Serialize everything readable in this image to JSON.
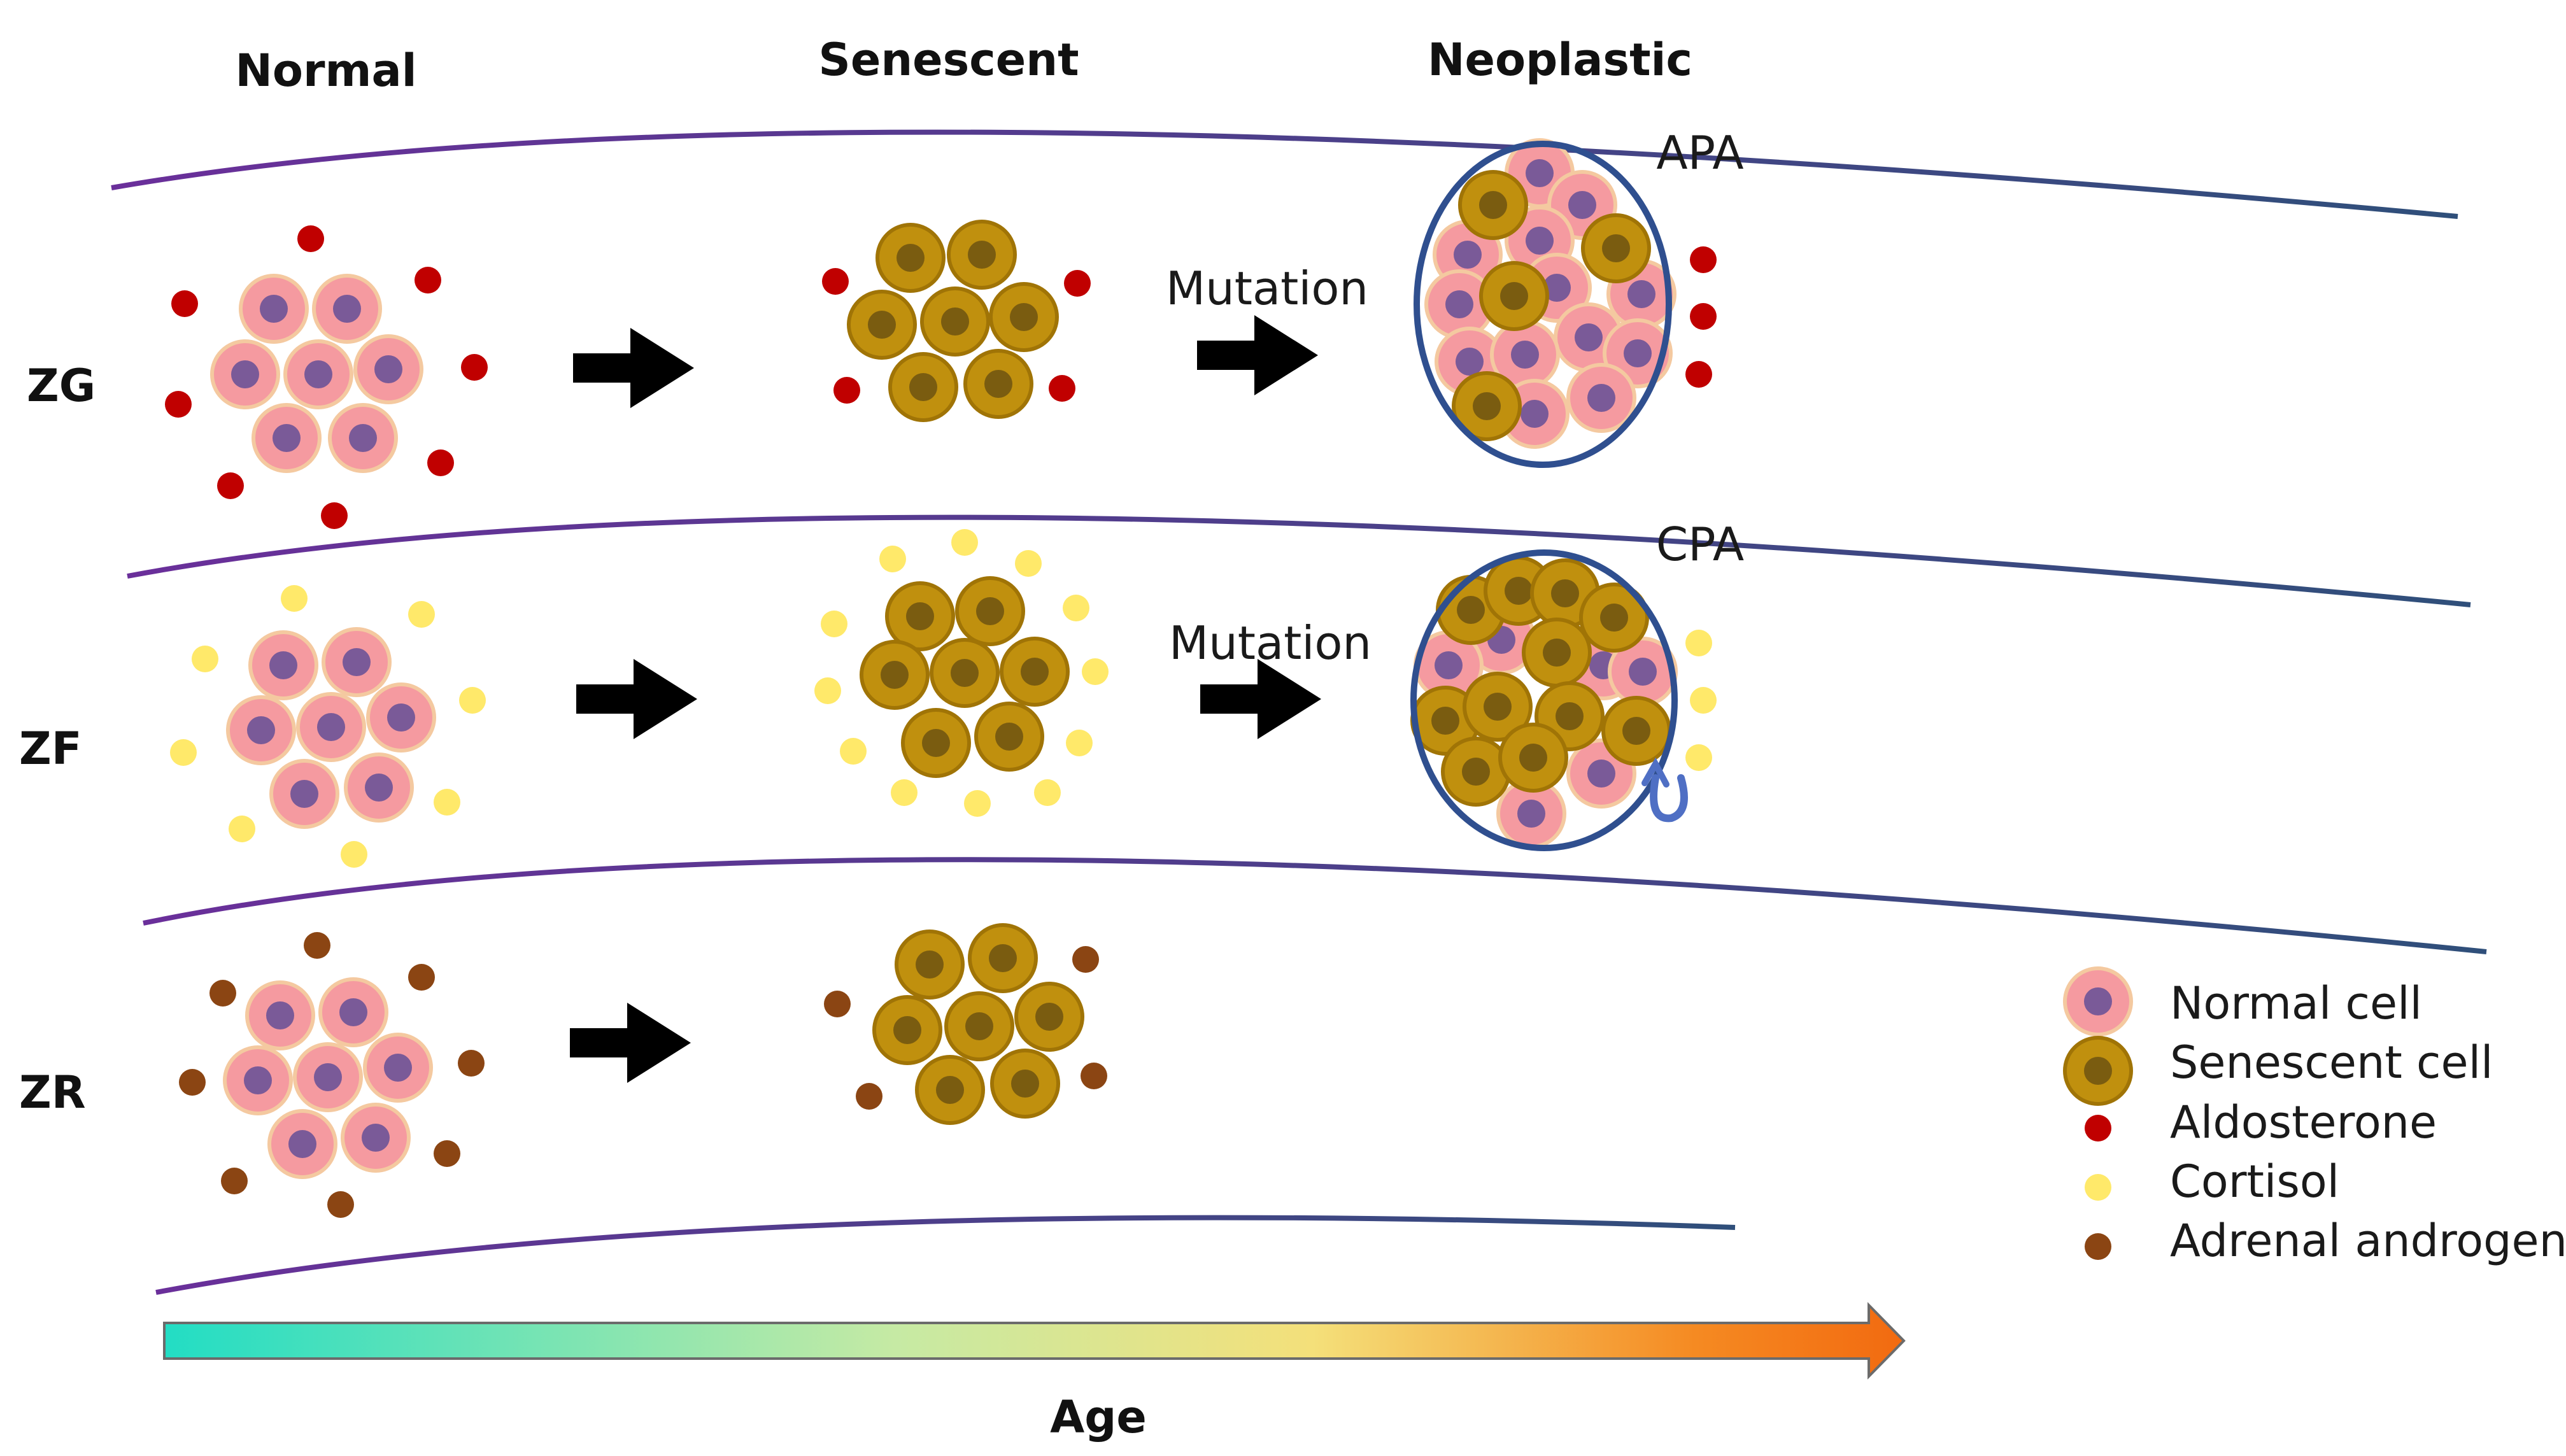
{
  "stages": {
    "normal": "Normal",
    "senescent": "Senescent",
    "neoplastic": "Neoplastic"
  },
  "zones": [
    {
      "label": "ZG",
      "hormone": "aldosterone",
      "tumor": "APA",
      "mutation": "Mutation"
    },
    {
      "label": "ZF",
      "hormone": "cortisol",
      "tumor": "CPA",
      "mutation": "Mutation"
    },
    {
      "label": "ZR",
      "hormone": "androgen",
      "tumor": "",
      "mutation": ""
    }
  ],
  "legend": {
    "normal_cell": "Normal cell",
    "senescent_cell": "Senescent cell",
    "aldosterone": "Aldosterone",
    "cortisol": "Cortisol",
    "androgen": "Adrenal androgen"
  },
  "axis": {
    "label": "Age"
  },
  "colors": {
    "normal_cell_fill": "#f59aa0",
    "normal_cell_stroke": "#f4c9a0",
    "normal_nucleus": "#7a5a98",
    "senescent_cell_fill": "#c0900e",
    "senescent_cell_stroke": "#a07406",
    "senescent_nucleus": "#7a5c10",
    "aldosterone": "#c00000",
    "cortisol": "#ffe96a",
    "androgen": "#8b4513",
    "zone_line_start": "#6a2f9a",
    "zone_line_end": "#2f4f7a",
    "tumor_outline": "#2f4f8f",
    "arrow": "#000000",
    "gradient": [
      "#22ddc4",
      "#c6eaa4",
      "#f4e07a",
      "#f58a22",
      "#f26a10"
    ]
  }
}
